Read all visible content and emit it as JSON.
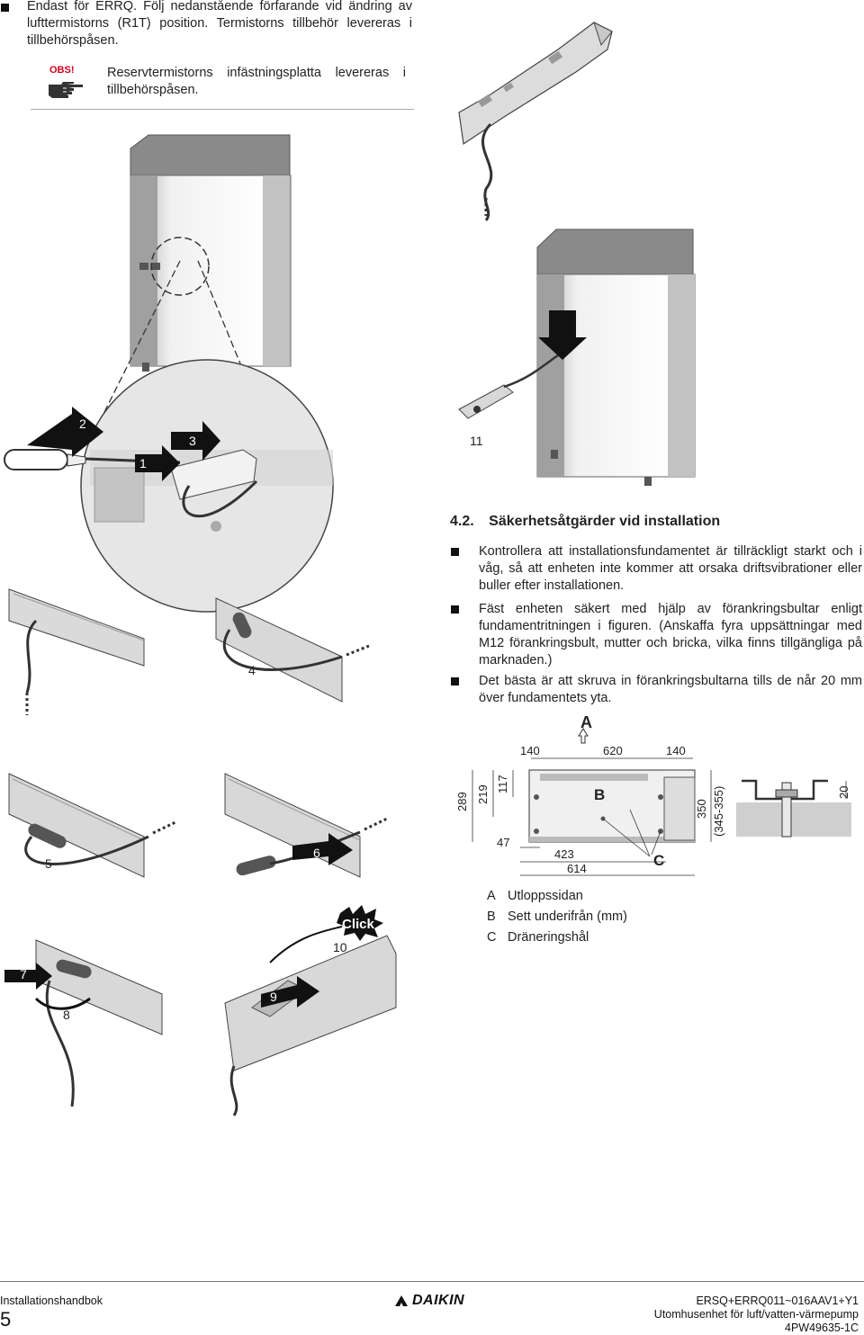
{
  "top_note": {
    "text": "Endast för ERRQ. Följ nedanstående förfarande vid ändring av lufttermistorns (R1T) position. Termistorns tillbehör levereras i tillbehörspåsen."
  },
  "obs": {
    "label": "OBS!",
    "text": "Reservtermistorns infästningsplatta levereras i tillbehörspåsen."
  },
  "step_numbers": {
    "n1": "1",
    "n2": "2",
    "n3": "3",
    "n4": "4",
    "n5": "5",
    "n6": "6",
    "n7": "7",
    "n8": "8",
    "n9": "9",
    "n10": "10",
    "n11": "11"
  },
  "click_label": "Click",
  "section": {
    "number": "4.2.",
    "title": "Säkerhetsåtgärder vid installation",
    "bullets": [
      "Kontrollera att installationsfundamentet är tillräckligt starkt och i våg, så att enheten inte kommer att orsaka driftsvibrationer eller buller efter installationen.",
      "Fäst enheten säkert med hjälp av förankringsbultar enligt fundamentritningen i figuren. (Anskaffa fyra uppsättningar med M12 förankringsbult, mutter och bricka, vilka finns tillgängliga på marknaden.)",
      "Det bästa är att skruva in förankringsbultarna tills de når 20 mm över fundamentets yta."
    ]
  },
  "foundation": {
    "label_a": "A",
    "label_b": "B",
    "label_c": "C",
    "dims": {
      "top_left": "140",
      "top_mid": "620",
      "top_right": "140",
      "v289": "289",
      "v219": "219",
      "v117": "117",
      "v350": "350",
      "v345": "(345-355)",
      "v20": "20",
      "h47": "47",
      "h423": "423",
      "h614": "614"
    },
    "legend": [
      {
        "key": "A",
        "text": "Utloppssidan"
      },
      {
        "key": "B",
        "text": "Sett underifrån (mm)"
      },
      {
        "key": "C",
        "text": "Dräneringshål"
      }
    ]
  },
  "footer": {
    "left_title": "Installationshandbok",
    "page_number": "5",
    "brand": "DAIKIN",
    "model": "ERSQ+ERRQ011~016AAV1+Y1",
    "description": "Utomhusenhet för luft/vatten-värmepump",
    "doc_code": "4PW49635-1C"
  }
}
